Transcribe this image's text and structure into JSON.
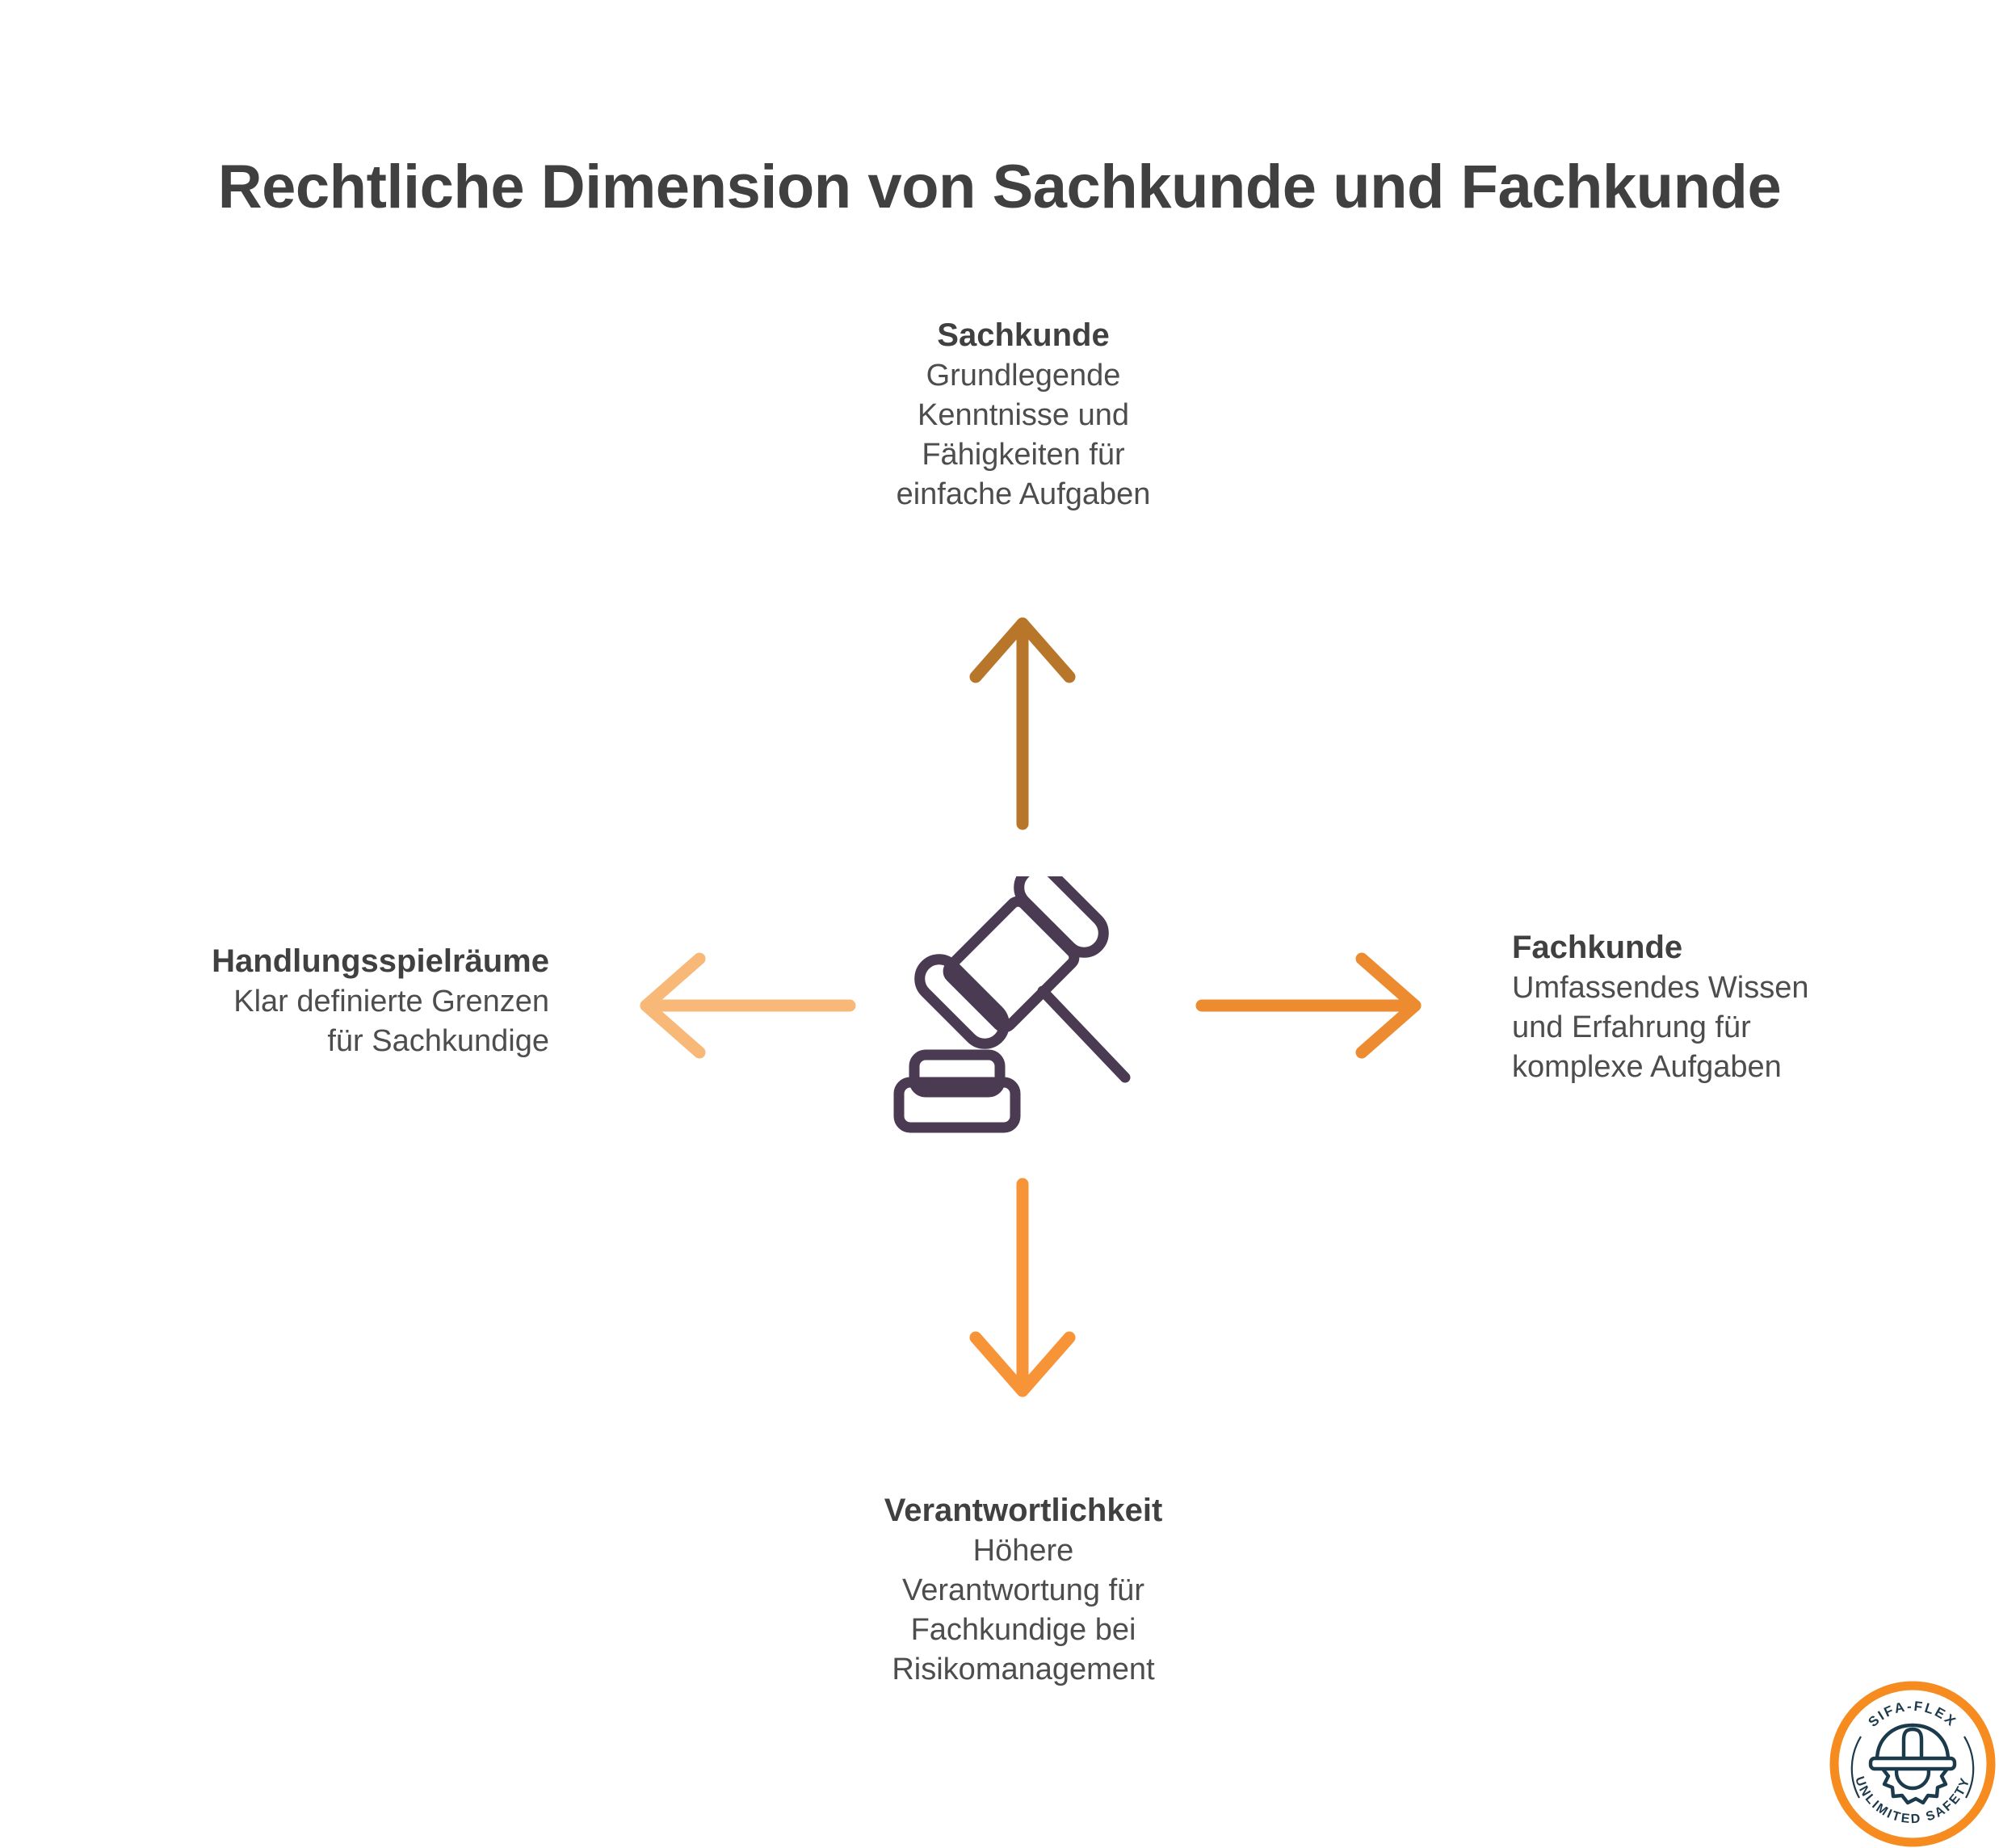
{
  "title": "Rechtliche Dimension von Sachkunde und Fachkunde",
  "background_color": "#ffffff",
  "title_color": "#404040",
  "center_icon": {
    "name": "gavel-icon",
    "color": "#4a3a52",
    "description": "Richterhammer mit Schallblock"
  },
  "nodes": {
    "top": {
      "title": "Sachkunde",
      "description": "Grundlegende\nKenntnisse und\nFähigkeiten für\neinfache Aufgaben",
      "arrow": {
        "name": "arrow-up",
        "direction": "up",
        "color": "#b8762a"
      }
    },
    "right": {
      "title": "Fachkunde",
      "description": "Umfassendes Wissen\nund Erfahrung für\nkomplexe Aufgaben",
      "arrow": {
        "name": "arrow-right",
        "direction": "right",
        "color": "#ec8b2f"
      }
    },
    "bottom": {
      "title": "Verantwortlichkeit",
      "description": "Höhere\nVerantwortung für\nFachkundige bei\nRisikomanagement",
      "arrow": {
        "name": "arrow-down",
        "direction": "down",
        "color": "#f79438"
      }
    },
    "left": {
      "title": "Handlungsspielräume",
      "description": "Klar definierte Grenzen\nfür Sachkundige",
      "arrow": {
        "name": "arrow-left",
        "direction": "left",
        "color": "#f8b878"
      }
    }
  },
  "logo": {
    "name": "sifa-flex-logo",
    "top_text": "SIFA-FLEX",
    "bottom_text": "UNLIMITED SAFETY",
    "ring_color": "#f68b1f",
    "mark_color": "#1b3a4b",
    "mark": "hard-hat-over-gear"
  }
}
